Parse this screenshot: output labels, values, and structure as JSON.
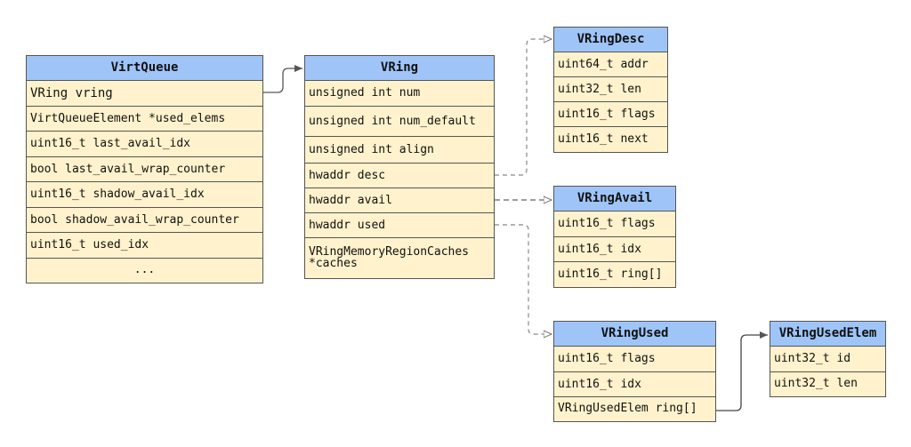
{
  "virtqueue": {
    "title": "VirtQueue",
    "fields": [
      "VRing vring",
      "VirtQueueElement *used_elems",
      "uint16_t last_avail_idx",
      "bool last_avail_wrap_counter",
      "uint16_t shadow_avail_idx",
      "bool shadow_avail_wrap_counter",
      "uint16_t used_idx",
      "..."
    ]
  },
  "vring": {
    "title": "VRing",
    "fields": [
      "unsigned int num",
      "unsigned int num_default",
      "unsigned int align",
      "hwaddr desc",
      "hwaddr avail",
      "hwaddr used",
      "VRingMemoryRegionCaches\n*caches"
    ]
  },
  "vringdesc": {
    "title": "VRingDesc",
    "fields": [
      "uint64_t addr",
      "uint32_t len",
      "uint16_t flags",
      "uint16_t next"
    ]
  },
  "vringavail": {
    "title": "VRingAvail",
    "fields": [
      "uint16_t flags",
      "uint16_t idx",
      "uint16_t ring[]"
    ]
  },
  "vringused": {
    "title": "VRingUsed",
    "fields": [
      "uint16_t flags",
      "uint16_t idx",
      "VRingUsedElem ring[]"
    ]
  },
  "vringusedelem": {
    "title": "VRingUsedElem",
    "fields": [
      "uint32_t id",
      "uint32_t len"
    ]
  }
}
